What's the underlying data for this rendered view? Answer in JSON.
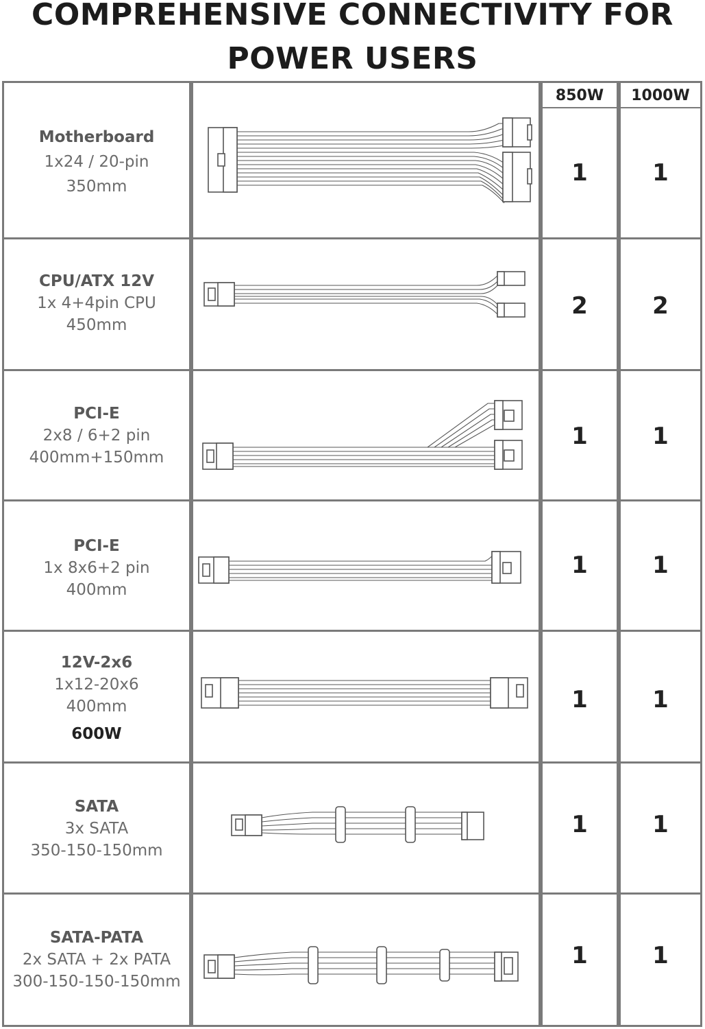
{
  "title": {
    "line1": "COMPREHENSIVE CONNECTIVITY FOR",
    "line2": "POWER USERS"
  },
  "columns": {
    "w850": "850W",
    "w1000": "1000W"
  },
  "rows": [
    {
      "name": "Motherboard",
      "spec": "1x24 / 20-pin",
      "length": "350mm",
      "extra": "",
      "count_850": "1",
      "count_1000": "1",
      "cable_icon": "motherboard-24pin-cable-icon"
    },
    {
      "name": "CPU/ATX 12V",
      "spec": "1x 4+4pin CPU",
      "length": "450mm",
      "extra": "",
      "count_850": "2",
      "count_1000": "2",
      "cable_icon": "cpu-4plus4-cable-icon"
    },
    {
      "name": "PCI-E",
      "spec": "2x8 / 6+2 pin",
      "length": "400mm+150mm",
      "extra": "",
      "count_850": "1",
      "count_1000": "1",
      "cable_icon": "pcie-dual-cable-icon"
    },
    {
      "name": "PCI-E",
      "spec": "1x 8x6+2 pin",
      "length": "400mm",
      "extra": "",
      "count_850": "1",
      "count_1000": "1",
      "cable_icon": "pcie-single-cable-icon"
    },
    {
      "name": "12V-2x6",
      "spec": "1x12-20x6",
      "length": "400mm",
      "extra": "600W",
      "count_850": "1",
      "count_1000": "1",
      "cable_icon": "12v-2x6-cable-icon"
    },
    {
      "name": "SATA",
      "spec": "3x SATA",
      "length": "350-150-150mm",
      "extra": "",
      "count_850": "1",
      "count_1000": "1",
      "cable_icon": "sata-cable-icon"
    },
    {
      "name": "SATA-PATA",
      "spec": "2x SATA + 2x PATA",
      "length": "300-150-150-150mm",
      "extra": "",
      "count_850": "1",
      "count_1000": "1",
      "cable_icon": "sata-pata-cable-icon"
    }
  ]
}
